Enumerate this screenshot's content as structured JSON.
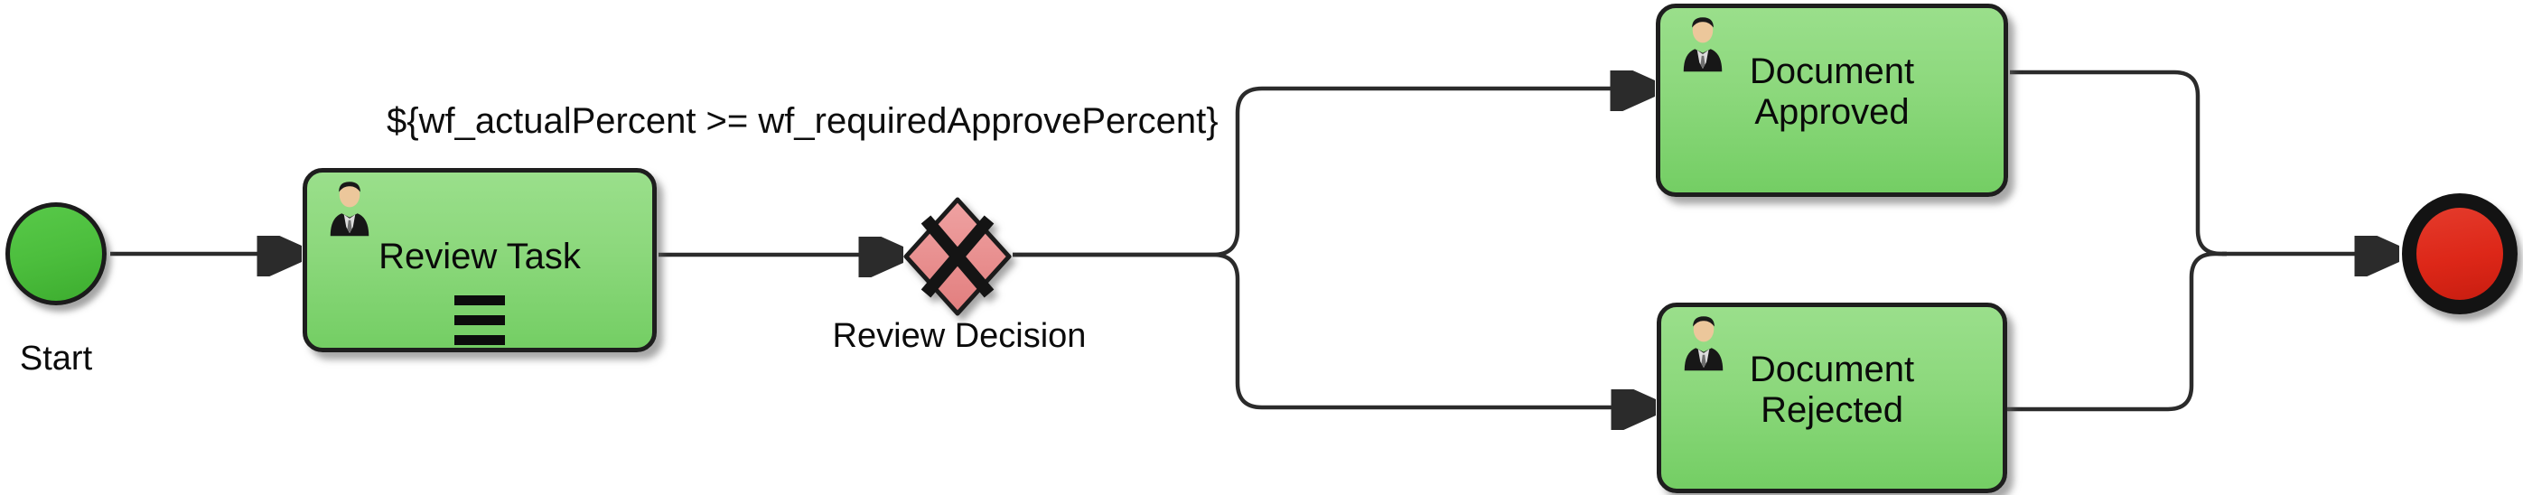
{
  "diagram": {
    "start_event": {
      "label": "Start"
    },
    "review_task": {
      "label": "Review Task"
    },
    "condition_expression": "${wf_actualPercent >= wf_requiredApprovePercent}",
    "gateway": {
      "label": "Review Decision"
    },
    "document_approved": {
      "label_line1": "Document",
      "label_line2": "Approved"
    },
    "document_rejected": {
      "label_line1": "Document",
      "label_line2": "Rejected"
    },
    "icons": {
      "review_task": "user-icon",
      "review_task_marker": "multi-instance-sequential-marker",
      "document_approved": "user-icon",
      "document_rejected": "user-icon"
    },
    "colors": {
      "task_fill_top": "#9adf8b",
      "task_fill_bottom": "#74ce64",
      "task_border": "#1e1e1e",
      "start_event_fill": "#4cbe3d",
      "end_event_fill": "#dd2718",
      "gateway_fill_top": "#efa2a2",
      "gateway_fill_bottom": "#e27e7e",
      "connector": "#2b2b2b",
      "background": "#ffffff"
    }
  }
}
